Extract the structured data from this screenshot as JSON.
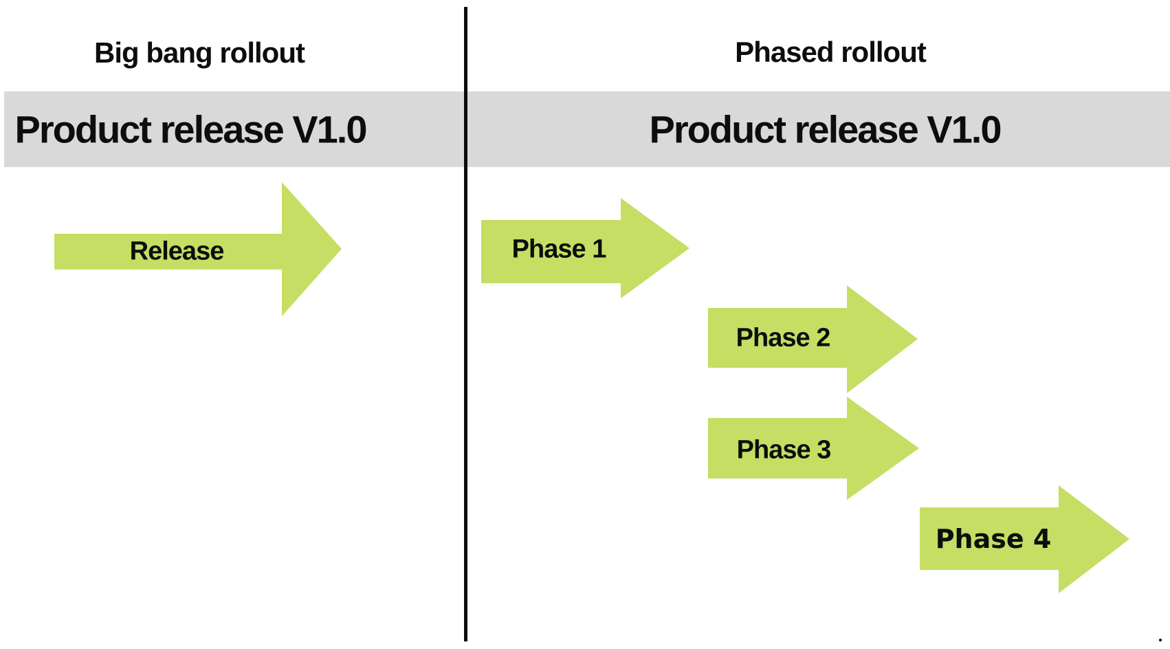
{
  "left_panel": {
    "title": "Big bang rollout",
    "banner": "Product release V1.0",
    "arrows": [
      {
        "label": "Release"
      }
    ]
  },
  "right_panel": {
    "title": "Phased rollout",
    "banner": "Product release V1.0",
    "arrows": [
      {
        "label": "Phase 1"
      },
      {
        "label": "Phase 2"
      },
      {
        "label": "Phase 3"
      },
      {
        "label": "Phase 4"
      }
    ]
  },
  "colors": {
    "arrow_green": "#c5de63",
    "banner_gray": "#d9d9d9",
    "text_black": "#0d0d0d",
    "background_white": "#ffffff"
  }
}
